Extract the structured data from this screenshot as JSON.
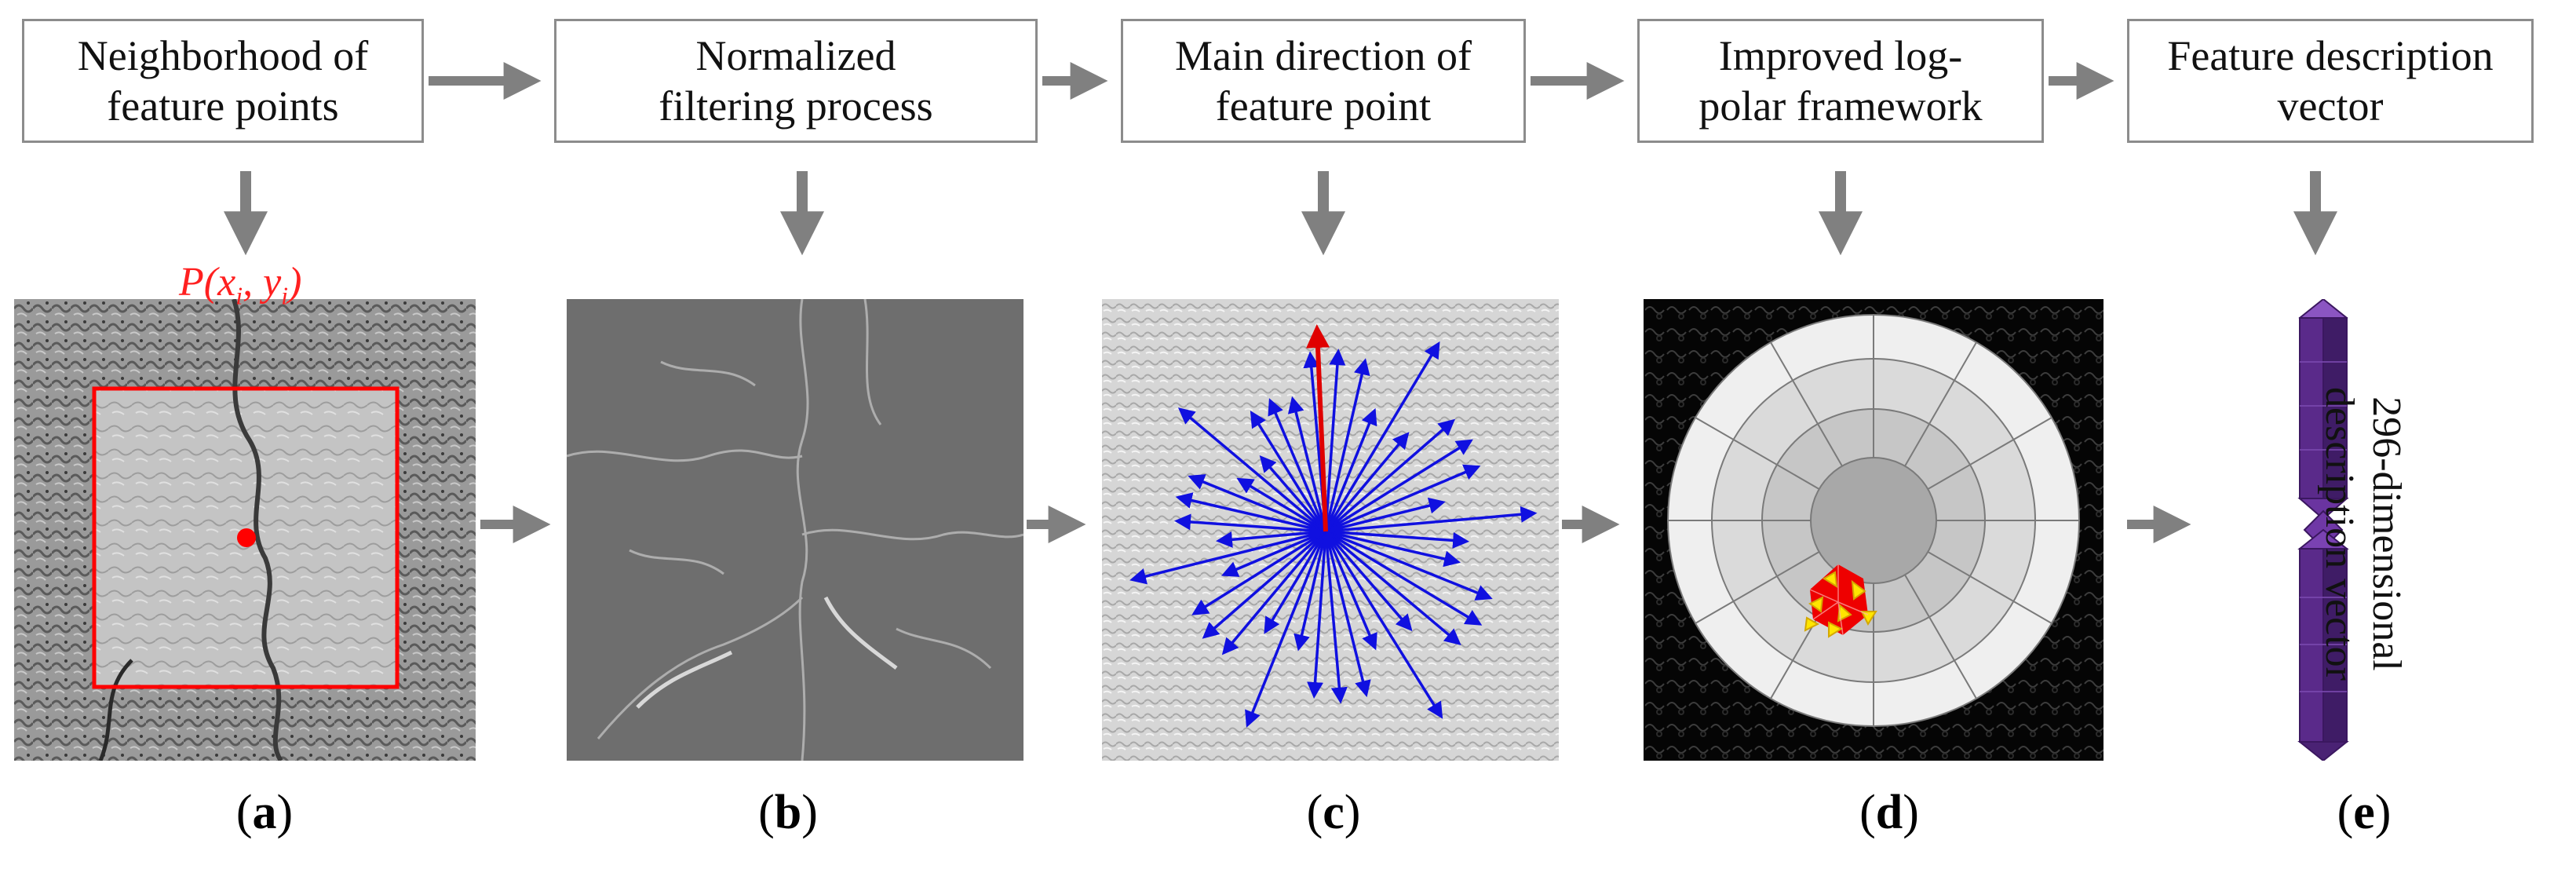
{
  "stages": [
    {
      "text": "Neighborhood of feature points"
    },
    {
      "text": "Normalized filtering process"
    },
    {
      "text": "Main direction of feature point"
    },
    {
      "text": "Improved log-polar framework"
    },
    {
      "text": "Feature description vector"
    }
  ],
  "stage_lines": [
    [
      "Neighborhood of",
      "feature points"
    ],
    [
      "Normalized",
      "filtering process"
    ],
    [
      "Main direction of",
      "feature point"
    ],
    [
      "Improved log-",
      "polar framework"
    ],
    [
      "Feature description",
      "vector"
    ]
  ],
  "panels": [
    {
      "label_open": "(",
      "letter": "a",
      "label_close": ")"
    },
    {
      "label_open": "(",
      "letter": "b",
      "label_close": ")"
    },
    {
      "label_open": "(",
      "letter": "c",
      "label_close": ")"
    },
    {
      "label_open": "(",
      "letter": "d",
      "label_close": ")"
    },
    {
      "label_open": "(",
      "letter": "e",
      "label_close": ")"
    }
  ],
  "feature_point_label": {
    "P": "P(",
    "x": "x",
    "i1": "i",
    "sep": ", ",
    "y": "y",
    "i2": "i",
    "close": ")"
  },
  "vector_label_lines": [
    "296-dimensional",
    "description vector"
  ],
  "colors": {
    "arrow": "#808080",
    "box_border": "#8c8c8c",
    "window": "#ff0000",
    "point": "#ff0000",
    "direction_vectors": "#1010e0",
    "main_direction": "#e00000",
    "vector": "#5a2a8a"
  }
}
